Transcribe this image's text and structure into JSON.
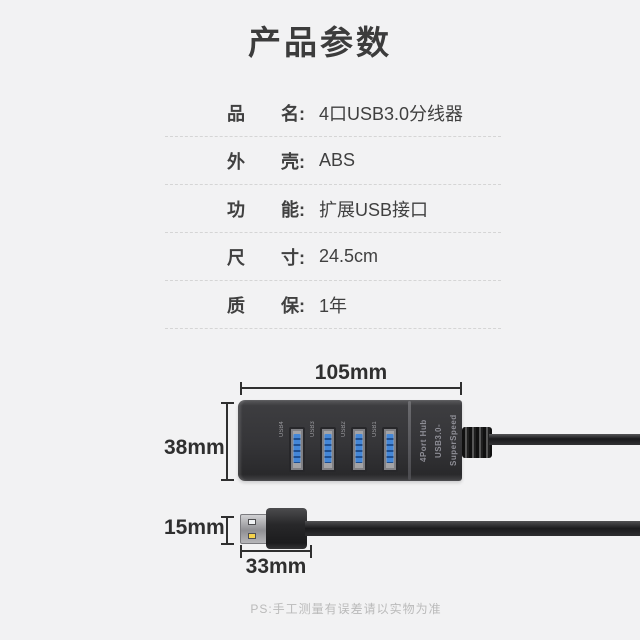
{
  "page": {
    "background_color": "#f2f2f3",
    "title": "产品参数"
  },
  "specs": {
    "colon": ":",
    "rows": [
      {
        "label_left": "品",
        "label_right": "名",
        "value": "4口USB3.0分线器"
      },
      {
        "label_left": "外",
        "label_right": "壳",
        "value": "ABS"
      },
      {
        "label_left": "功",
        "label_right": "能",
        "value": "扩展USB接口"
      },
      {
        "label_left": "尺",
        "label_right": "寸",
        "value": "24.5cm"
      },
      {
        "label_left": "质",
        "label_right": "保",
        "value": "1年"
      }
    ]
  },
  "diagram": {
    "hub_width_label": "105mm",
    "hub_height_label": "38mm",
    "plug_height_label": "15mm",
    "plug_width_label": "33mm",
    "hub_print": {
      "speed_line": "USB3.0-SuperSpeed",
      "ports_line": "4Port Hub"
    },
    "ports": [
      {
        "label": "USB4"
      },
      {
        "label": "USB3"
      },
      {
        "label": "USB2"
      },
      {
        "label": "USB1"
      }
    ],
    "colors": {
      "hub_body": "#343436",
      "port_tongue_blue": "#3c7fd6",
      "port_frame_gray": "#a3a3a6",
      "dimension_line": "#2f2f2f"
    }
  },
  "footer": {
    "note": "PS:手工测量有误差请以实物为准"
  }
}
